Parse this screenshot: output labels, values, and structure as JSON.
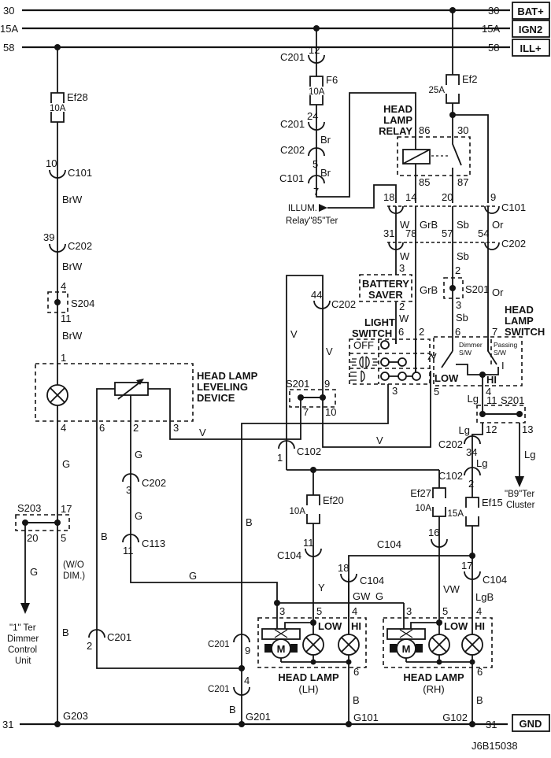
{
  "terminals": {
    "bat": "BAT+",
    "ign2": "IGN2",
    "ill": "ILL+",
    "gnd": "GND"
  },
  "bus": {
    "b30": "30",
    "b15a": "15A",
    "b58": "58",
    "b31": "31"
  },
  "nums": {
    "1": "1",
    "2": "2",
    "3": "3",
    "4": "4",
    "5": "5",
    "6": "6",
    "7": "7",
    "9": "9",
    "10": "10",
    "11": "11",
    "12": "12",
    "13": "13",
    "14": "14",
    "16": "16",
    "17": "17",
    "18": "18",
    "20": "20",
    "24": "24",
    "30": "30",
    "31": "31",
    "34": "34",
    "39": "39",
    "44": "44",
    "54": "54",
    "57": "57",
    "78": "78",
    "85": "85",
    "86": "86",
    "87": "87"
  },
  "conn": {
    "c101": "C101",
    "c102": "C102",
    "c104": "C104",
    "c113": "C113",
    "c201": "C201",
    "c202": "C202"
  },
  "splice": {
    "s201": "S201",
    "s203": "S203",
    "s204": "S204"
  },
  "ground": {
    "g101": "G101",
    "g102": "G102",
    "g201": "G201",
    "g203": "G203"
  },
  "fuse": {
    "ef28": "Ef28",
    "f6": "F6",
    "ef2": "Ef2",
    "ef20": "Ef20",
    "ef27": "Ef27",
    "ef15": "Ef15",
    "a10": "10A",
    "a15": "15A",
    "a25": "25A"
  },
  "wire": {
    "brw": "BrW",
    "br": "Br",
    "w": "W",
    "grb": "GrB",
    "sb": "Sb",
    "or": "Or",
    "v": "V",
    "g": "G",
    "b": "B",
    "lg": "Lg",
    "y": "Y",
    "gw": "GW",
    "vw": "VW",
    "lgb": "LgB"
  },
  "labels": {
    "relay": [
      "HEAD",
      "LAMP",
      "RELAY"
    ],
    "illum1": "ILLUM.",
    "illum2": "Relay\"85\"Ter",
    "batterySaver": [
      "BATTERY",
      "SAVER"
    ],
    "lightSwitch": [
      "LIGHT",
      "SWITCH"
    ],
    "headLampSwitch": [
      "HEAD",
      "LAMP",
      "SWITCH"
    ],
    "off": "OFF",
    "low": "LOW",
    "hi": "HI",
    "pass_i": "I",
    "dimmerSw": [
      "Dimmer",
      "S/W"
    ],
    "passingSw": [
      "Passing",
      "S/W"
    ],
    "leveling": [
      "HEAD LAMP",
      "LEVELING",
      "DEVICE"
    ],
    "wodim": [
      "(W/O",
      "DIM.)"
    ],
    "dimmerCtl": [
      "\"1\" Ter",
      "Dimmer",
      "Control",
      "Unit"
    ],
    "b9": [
      "\"B9\"Ter",
      "Cluster"
    ],
    "lh": [
      "HEAD LAMP",
      "(LH)"
    ],
    "rh": [
      "HEAD LAMP",
      "(RH)"
    ],
    "motor": "M",
    "docId": "J6B15038"
  }
}
